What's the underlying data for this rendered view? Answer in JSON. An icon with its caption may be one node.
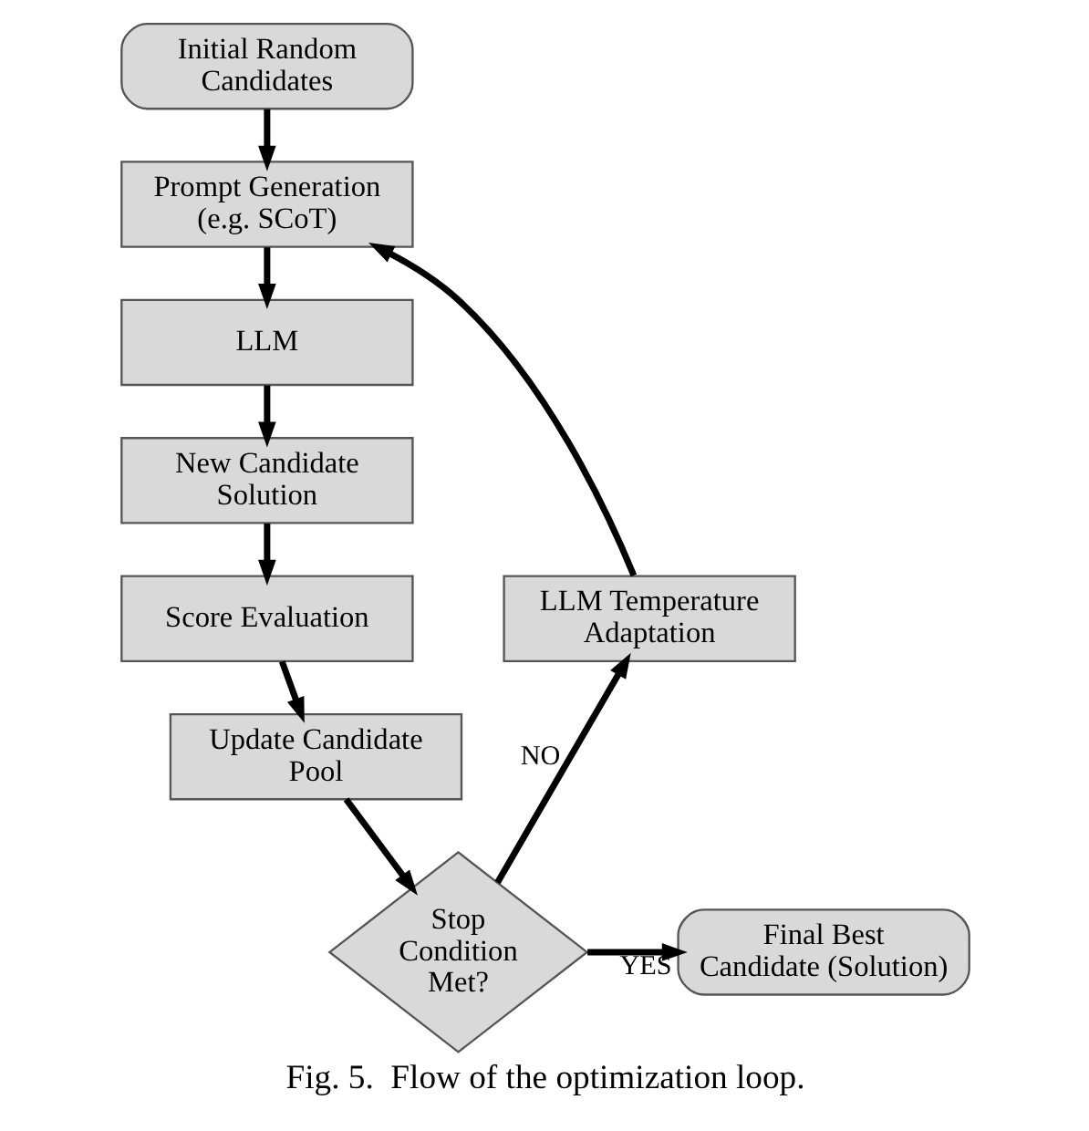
{
  "diagram": {
    "caption": "Fig. 5.  Flow of the optimization loop.",
    "nodes": [
      {
        "text": [
          "Initial Random Candidates"
        ]
      },
      {
        "text": [
          "Prompt Generation (e.g. SCoT)"
        ]
      },
      {
        "text": [
          "LLM"
        ]
      },
      {
        "text": [
          "New Candidate Solution"
        ]
      },
      {
        "text": [
          "Score Evaluation"
        ]
      },
      {
        "text": [
          "Update Candidate Pool"
        ]
      },
      {
        "text": [
          "Stop Condition Met?"
        ]
      },
      {
        "text": [
          "Final Best Candidate (Solution)"
        ]
      },
      {
        "text": [
          "LLM Temperature Adaptation"
        ]
      }
    ],
    "edges": [
      {
        "from": 0,
        "to": 1,
        "arrow": "to"
      },
      {
        "from": 1,
        "to": 2,
        "arrow": "to"
      },
      {
        "from": 2,
        "to": 3,
        "arrow": "to"
      },
      {
        "from": 3,
        "to": 4,
        "arrow": "to"
      },
      {
        "from": 4,
        "to": 5,
        "arrow": "to"
      },
      {
        "from": 5,
        "to": 6,
        "arrow": "to"
      },
      {
        "from": 6,
        "to": 7,
        "arrow": "to",
        "label": "YES"
      },
      {
        "from": 6,
        "to": 8,
        "arrow": "to",
        "label": "NO"
      },
      {
        "from": 8,
        "to": 1,
        "arrow": "to"
      }
    ]
  }
}
